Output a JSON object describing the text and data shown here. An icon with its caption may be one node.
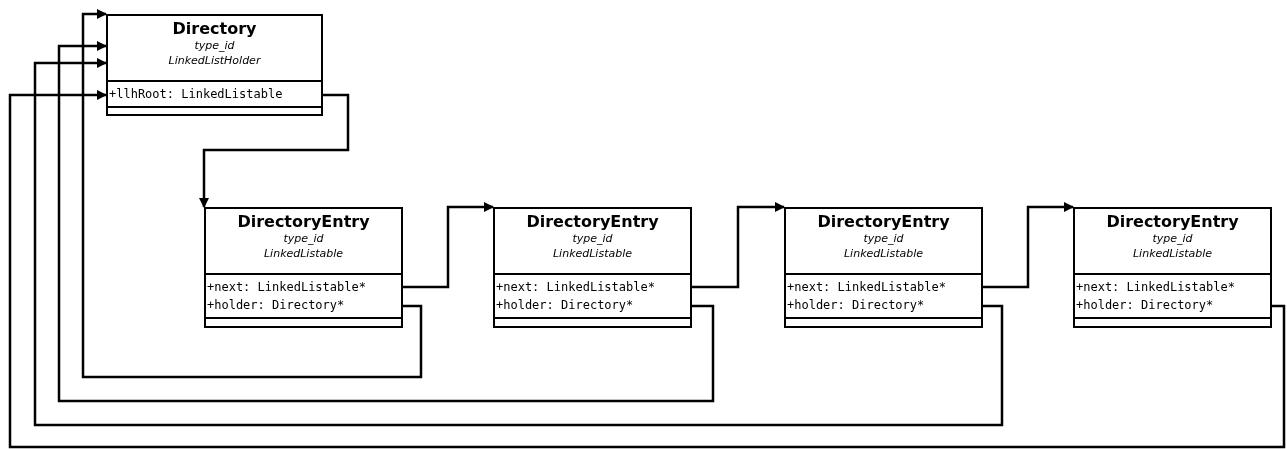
{
  "diagram": {
    "nodes": [
      {
        "text": [
          "Directory",
          "type_id",
          "LinkedListHolder",
          "+llhRoot: LinkedListable"
        ]
      },
      {
        "text": [
          "DirectoryEntry",
          "type_id",
          "LinkedListable",
          "+next: LinkedListable*",
          "+holder: Directory*"
        ]
      },
      {
        "text": [
          "DirectoryEntry",
          "type_id",
          "LinkedListable",
          "+next: LinkedListable*",
          "+holder: Directory*"
        ]
      },
      {
        "text": [
          "DirectoryEntry",
          "type_id",
          "LinkedListable",
          "+next: LinkedListable*",
          "+holder: Directory*"
        ]
      },
      {
        "text": [
          "DirectoryEntry",
          "type_id",
          "LinkedListable",
          "+next: LinkedListable*",
          "+holder: Directory*"
        ]
      }
    ],
    "edges": [
      {
        "from": 0,
        "to": 1,
        "arrow": "to"
      },
      {
        "from": 1,
        "to": 2,
        "arrow": "to"
      },
      {
        "from": 2,
        "to": 3,
        "arrow": "to"
      },
      {
        "from": 3,
        "to": 4,
        "arrow": "to"
      },
      {
        "from": 1,
        "to": 0,
        "arrow": "to"
      },
      {
        "from": 2,
        "to": 0,
        "arrow": "to"
      },
      {
        "from": 3,
        "to": 0,
        "arrow": "to"
      },
      {
        "from": 4,
        "to": 0,
        "arrow": "to"
      }
    ]
  }
}
